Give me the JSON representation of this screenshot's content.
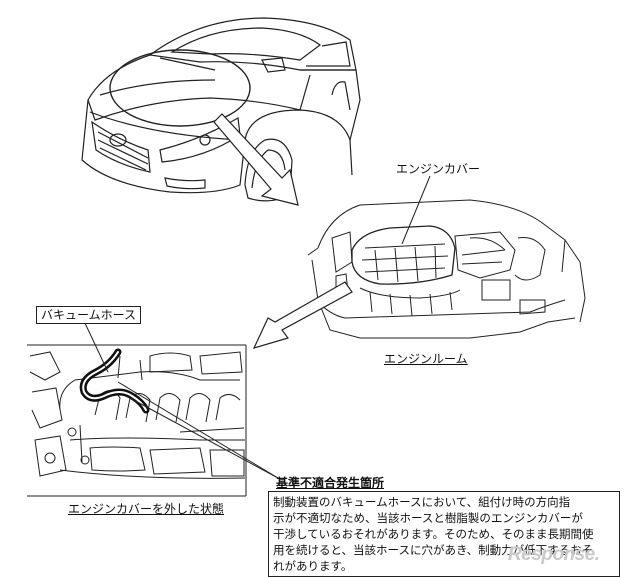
{
  "labels": {
    "engine_cover": "エンジンカバー",
    "vacuum_hose": "バキュームホース",
    "engine_room": "エンジンルーム",
    "cover_removed": "エンジンカバーを外した状態"
  },
  "note": {
    "title": "基準不適合発生箇所",
    "lines": [
      "制動装置のバキュームホースにおいて、組付け時の方向指",
      "示が不適切なため、当該ホースと樹脂製のエンジンカバーが",
      "干渉しているおそれがあります。そのため、そのまま長期間使",
      "用を続けると、当該ホースに穴があき、制動力が低下するおそ",
      "れがあります。"
    ]
  },
  "watermark": "Response."
}
